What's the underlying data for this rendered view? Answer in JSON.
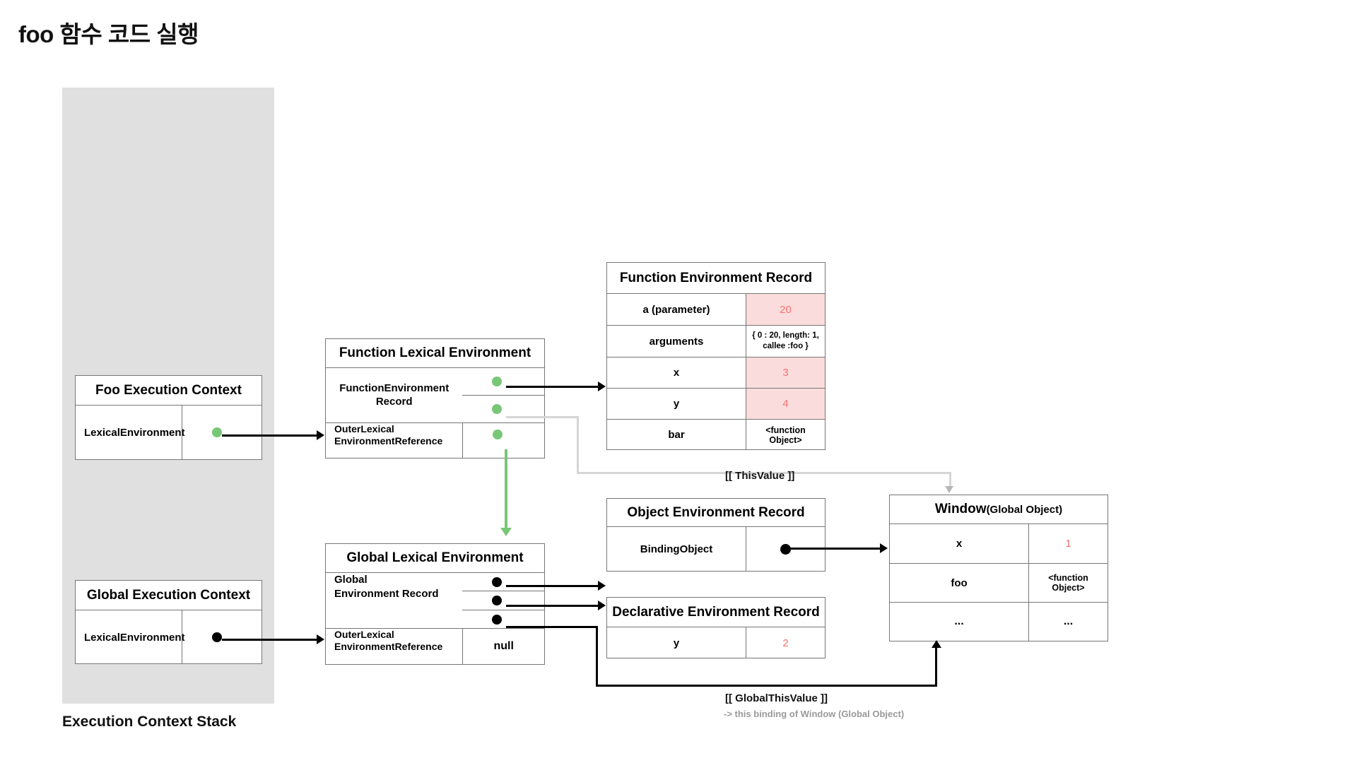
{
  "title": "foo 함수 코드 실행",
  "stack_caption": "Execution Context Stack",
  "colors": {
    "green_pointer": "#77c776",
    "black_pointer": "#000000",
    "value_red": "#f4736f",
    "pink_cell": "#fbdcdc",
    "stack_panel": "#e0e0e0",
    "gray_line": "#d5d5d5"
  },
  "foo_execution_context": {
    "header": "Foo Execution Context",
    "rows": [
      {
        "label": "LexicalEnvironment",
        "value": ""
      }
    ]
  },
  "global_execution_context": {
    "header": "Global Execution Context",
    "rows": [
      {
        "label": "LexicalEnvironment",
        "value": ""
      }
    ]
  },
  "function_lexical_environment": {
    "header": "Function Lexical Environment",
    "rows": [
      {
        "label": "FunctionEnvironment Record",
        "value": ""
      },
      {
        "label": "OuterLexical EnvironmentReference",
        "value": ""
      }
    ],
    "record_label_line1": "FunctionEnvironment",
    "record_label_line2": "Record",
    "outer_label_line1": "OuterLexical",
    "outer_label_line2": "EnvironmentReference"
  },
  "global_lexical_environment": {
    "header": "Global Lexical Environment",
    "record_label_line1": "Global",
    "record_label_line2": "Environment Record",
    "outer_label_line1": "OuterLexical",
    "outer_label_line2": "EnvironmentReference",
    "outer_value": "null"
  },
  "function_environment_record": {
    "header": "Function Environment Record",
    "rows": [
      {
        "key": "a (parameter)",
        "value": "20",
        "highlight": true
      },
      {
        "key": "arguments",
        "value": "{ 0 : 20, length: 1, callee :foo }",
        "highlight": false
      },
      {
        "key": "x",
        "value": "3",
        "highlight": true
      },
      {
        "key": "y",
        "value": "4",
        "highlight": true
      },
      {
        "key": "bar",
        "value": "<function Object>",
        "highlight": false
      }
    ]
  },
  "object_environment_record": {
    "header": "Object Environment Record",
    "rows": [
      {
        "key": "BindingObject",
        "value": ""
      }
    ]
  },
  "declarative_environment_record": {
    "header": "Declarative Environment Record",
    "rows": [
      {
        "key": "y",
        "value": "2",
        "highlight": true
      }
    ]
  },
  "window_global_object": {
    "header_main": "Window",
    "header_sub": "(Global Object)",
    "rows": [
      {
        "key": "x",
        "value": "1",
        "red": true
      },
      {
        "key": "foo",
        "value": "<function Object>",
        "red": false
      },
      {
        "key": "...",
        "value": "...",
        "red": false
      }
    ]
  },
  "annotations": {
    "this_value": "[[ ThisValue ]]",
    "global_this_value": "[[ GlobalThisValue ]]",
    "global_this_value_note": "-> this binding of Window (Global Object)"
  }
}
